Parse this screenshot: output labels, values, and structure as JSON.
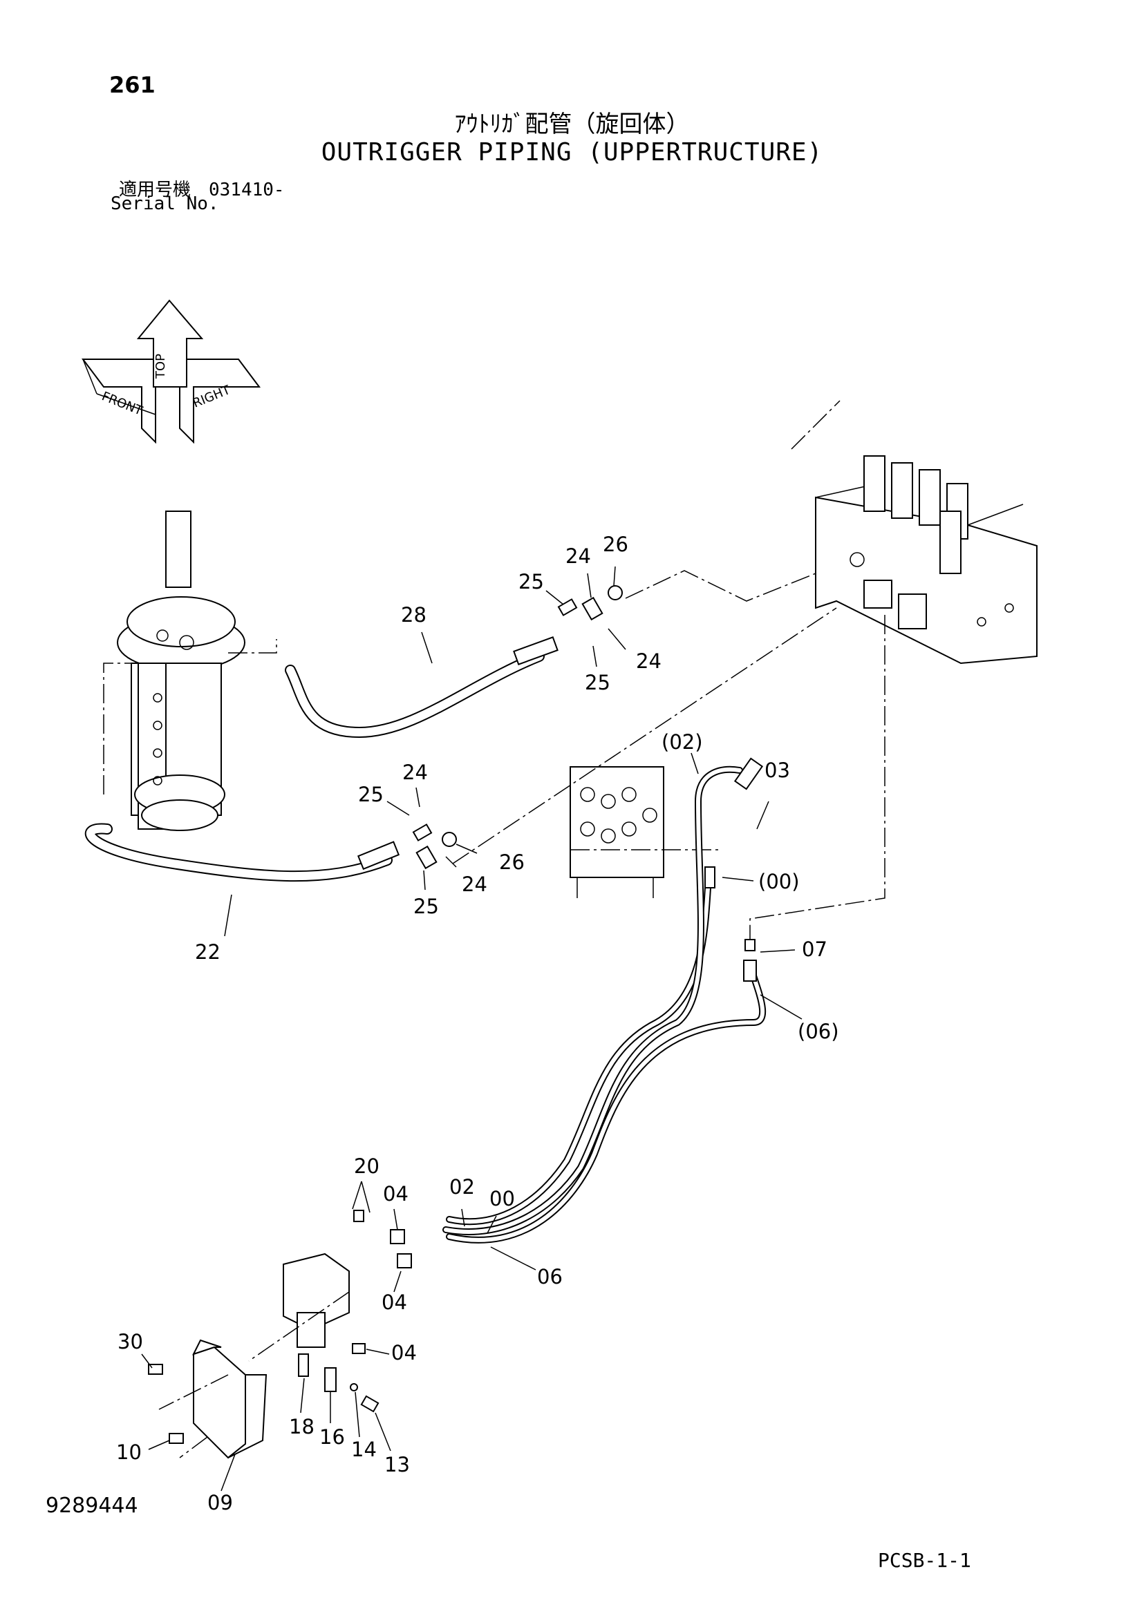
{
  "header": {
    "page_number": "261",
    "title_jp": "ｱｳﾄﾘｶﾞ配管（旋回体）",
    "title_en": "OUTRIGGER PIPING (UPPERTRUCTURE)",
    "serial_label_jp": "適用号機　031410-",
    "serial_label_en": "Serial No."
  },
  "orientation": {
    "front": "FRONT",
    "top": "TOP",
    "right": "RIGHT"
  },
  "callouts": {
    "c28": "28",
    "c25a": "25",
    "c24a": "24",
    "c26a": "26",
    "c24b": "24",
    "c25b": "25",
    "c24c": "24",
    "c25c": "25",
    "c26b": "26",
    "c24d": "24",
    "c25d": "25",
    "c22": "22",
    "c02p": "(02)",
    "c03": "03",
    "c00p": "(00)",
    "c07": "07",
    "c06p": "(06)",
    "c20": "20",
    "c04a": "04",
    "c02": "02",
    "c00": "00",
    "c04b": "04",
    "c06": "06",
    "c04c": "04",
    "c30": "30",
    "c18": "18",
    "c16": "16",
    "c14": "14",
    "c13": "13",
    "c10": "10",
    "c09": "09"
  },
  "footer": {
    "drawing_number": "9289444",
    "page_code": "PCSB-1-1"
  }
}
